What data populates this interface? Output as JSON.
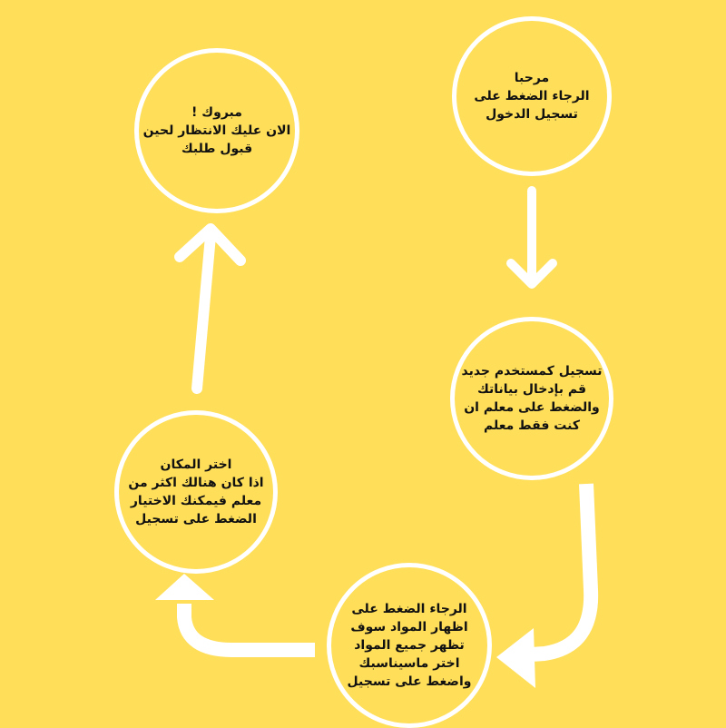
{
  "colors": {
    "background": "#FFDE59",
    "outline": "#FFFFFF",
    "text": "#111111"
  },
  "steps": [
    {
      "text": "مرحبا\nالرجاء الضغط على\nتسجيل الدخول"
    },
    {
      "text": "تسجيل كمستخدم جديد\nقم بإدخال بياناتك\nوالضغط على معلم ان\nكنت فقط معلم"
    },
    {
      "text": "الرجاء الضغط على\nاظهار المواد سوف\nتظهر جميع المواد\nاختر ماسيناسبك\nواضغط على تسجيل"
    },
    {
      "text": "اختر المكان\nاذا كان هنالك اكثر من\nمعلم فيمكنك الاختيار\nالضغط على تسجيل"
    },
    {
      "text": "مبروك !\nالان عليك الانتظار لحين\nقبول طلبك"
    }
  ]
}
